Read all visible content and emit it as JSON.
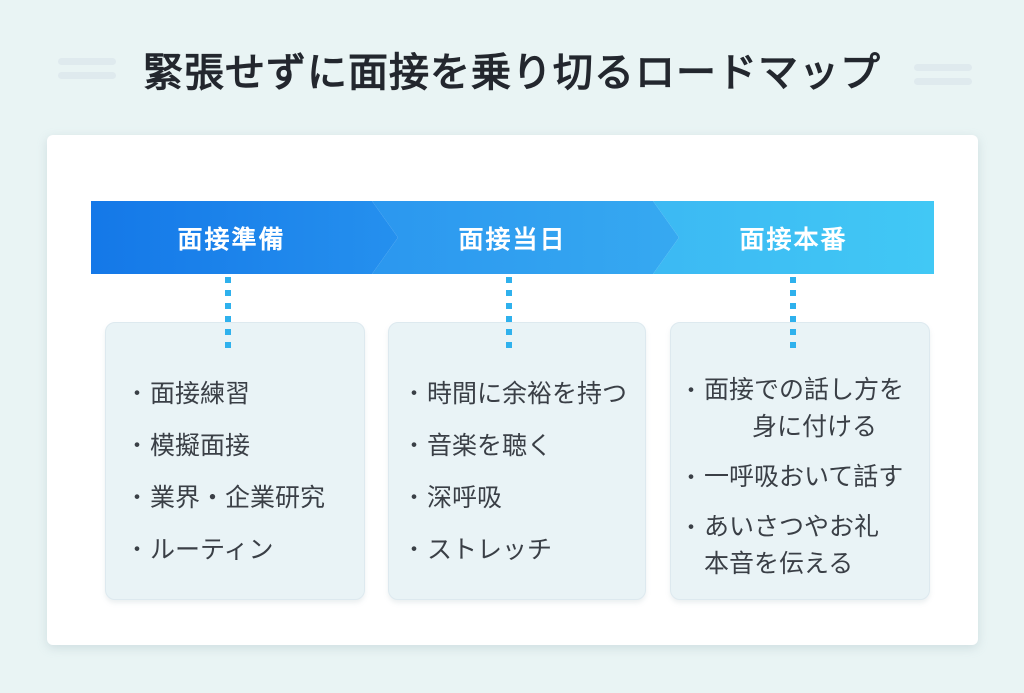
{
  "title": "緊張せずに面接を乗り切るロードマップ",
  "bullet_glyph": "・",
  "colors": {
    "background": "#e9f4f4",
    "panel": "#ffffff",
    "stage1_blue": "#1b7de9",
    "stage2_blue": "#2f9bee",
    "stage3_blue": "#3fc2f4",
    "connector_dotted": "#2fb1ed",
    "card_background": "#e9f3f6",
    "title_text": "#23272e",
    "list_text": "#3a3f46"
  },
  "stages": [
    {
      "label": "面接準備"
    },
    {
      "label": "面接当日"
    },
    {
      "label": "面接本番"
    }
  ],
  "columns": [
    {
      "stage": "面接準備",
      "items": [
        {
          "lines": [
            "面接練習"
          ]
        },
        {
          "lines": [
            "模擬面接"
          ]
        },
        {
          "lines": [
            "業界・企業研究"
          ]
        },
        {
          "lines": [
            "ルーティン"
          ]
        }
      ]
    },
    {
      "stage": "面接当日",
      "items": [
        {
          "lines": [
            "時間に余裕を持つ"
          ]
        },
        {
          "lines": [
            "音楽を聴く"
          ]
        },
        {
          "lines": [
            "深呼吸"
          ]
        },
        {
          "lines": [
            "ストレッチ"
          ]
        }
      ]
    },
    {
      "stage": "面接本番",
      "items": [
        {
          "lines": [
            "面接での話し方を",
            "身に付ける"
          ]
        },
        {
          "lines": [
            "一呼吸おいて話す"
          ]
        },
        {
          "lines": [
            "あいさつやお礼",
            "本音を伝える"
          ]
        }
      ]
    }
  ]
}
